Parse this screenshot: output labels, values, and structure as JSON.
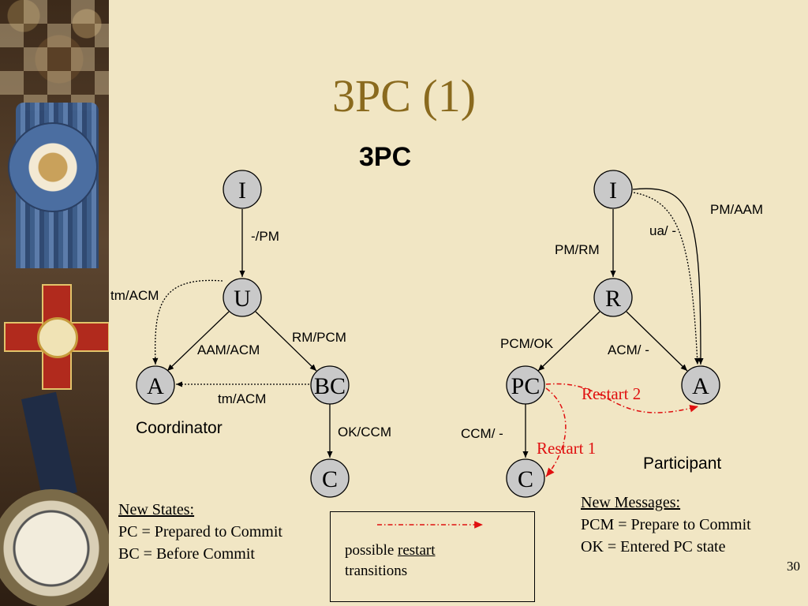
{
  "slide": {
    "title": "3PC (1)",
    "subtitle": "3PC",
    "page_number": "30"
  },
  "coordinator": {
    "label": "Coordinator",
    "nodes": {
      "I": "I",
      "U": "U",
      "A": "A",
      "BC": "BC",
      "C": "C"
    },
    "edges": {
      "I_U": "-/PM",
      "U_A_dotted": "tm/ACM",
      "U_A": "AAM/ACM",
      "U_BC": "RM/PCM",
      "BC_A": "tm/ACM",
      "BC_C": "OK/CCM"
    }
  },
  "participant": {
    "label": "Participant",
    "nodes": {
      "I": "I",
      "R": "R",
      "PC": "PC",
      "A": "A",
      "C": "C"
    },
    "edges": {
      "I_R": "PM/RM",
      "I_A": "PM/AAM",
      "I_A_dotted": "ua/ -",
      "R_PC": "PCM/OK",
      "R_A": "ACM/ -",
      "PC_C": "CCM/ -",
      "restart1": "Restart 1",
      "restart2": "Restart 2"
    }
  },
  "new_states": {
    "heading": "New States:",
    "lines": [
      "PC = Prepared to Commit",
      "BC = Before Commit"
    ]
  },
  "new_messages": {
    "heading": "New Messages:",
    "lines": [
      "PCM = Prepare to Commit",
      "OK = Entered PC state"
    ]
  },
  "legend": {
    "text_before": "possible ",
    "text_underlined": "restart",
    "text_after": "transitions"
  },
  "colors": {
    "background": "#f1e6c4",
    "title": "#8a6a1e",
    "node_fill": "#c9c9c9",
    "restart": "#e01010"
  }
}
